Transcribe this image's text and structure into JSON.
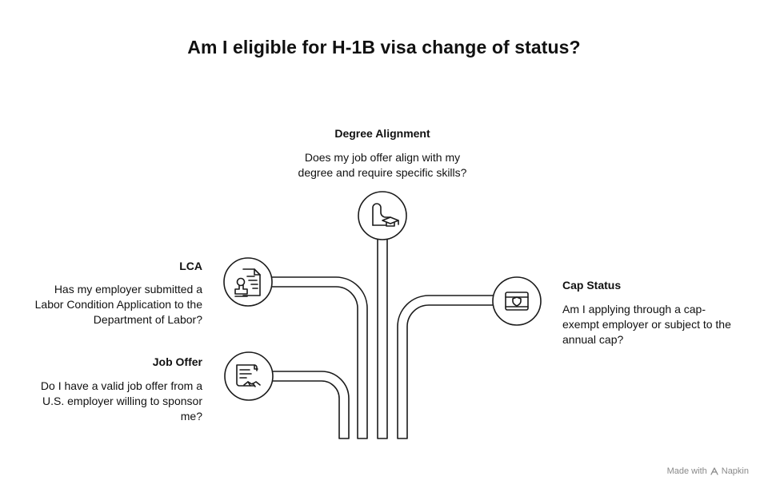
{
  "title": "Am I eligible for H-1B visa change of status?",
  "items": {
    "degree": {
      "heading": "Degree Alignment",
      "desc_line1": "Does my job offer align with my",
      "desc_line2": "degree and require specific skills?",
      "icon": "graduate-icon"
    },
    "lca": {
      "heading": "LCA",
      "desc_line1": "Has my employer submitted a",
      "desc_line2": "Labor Condition Application to the",
      "desc_line3": "Department of Labor?",
      "icon": "document-stamp-icon"
    },
    "job_offer": {
      "heading": "Job Offer",
      "desc_line1": "Do I have a valid job offer from a",
      "desc_line2": "U.S. employer willing to sponsor",
      "desc_line3": "me?",
      "icon": "contract-handshake-icon"
    },
    "cap": {
      "heading": "Cap Status",
      "desc_line1": "Am I applying through a cap-",
      "desc_line2": "exempt employer or subject to the",
      "desc_line3": "annual cap?",
      "icon": "shield-card-icon"
    }
  },
  "watermark": {
    "prefix": "Made with",
    "brand": "Napkin"
  }
}
